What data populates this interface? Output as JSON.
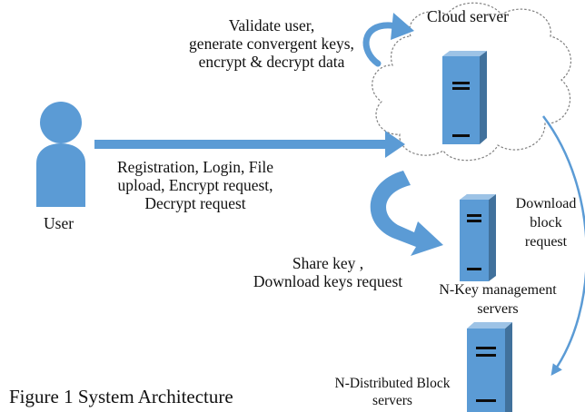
{
  "cloud": {
    "title": "Cloud server",
    "actions": "Validate user,\ngenerate convergent keys,\nencrypt & decrypt data"
  },
  "user": {
    "label": "User",
    "requests": "Registration, Login, File\nupload, Encrypt request,\nDecrypt request"
  },
  "key_servers": {
    "request_label": "Share key ,\nDownload keys request",
    "label": "N-Key management\nservers"
  },
  "block_servers": {
    "request_label": "Download\nblock\nrequest",
    "label": "N-Distributed Block\nservers"
  },
  "caption": "Figure 1 System Architecture",
  "colors": {
    "accent": "#5b9bd5",
    "accent_dark": "#41719c",
    "server_body": "#5b9bd5",
    "server_slot": "#0d0d0d",
    "cloud_fill": "#ffffff",
    "cloud_stroke": "#7f7f7f",
    "text": "#111111"
  }
}
